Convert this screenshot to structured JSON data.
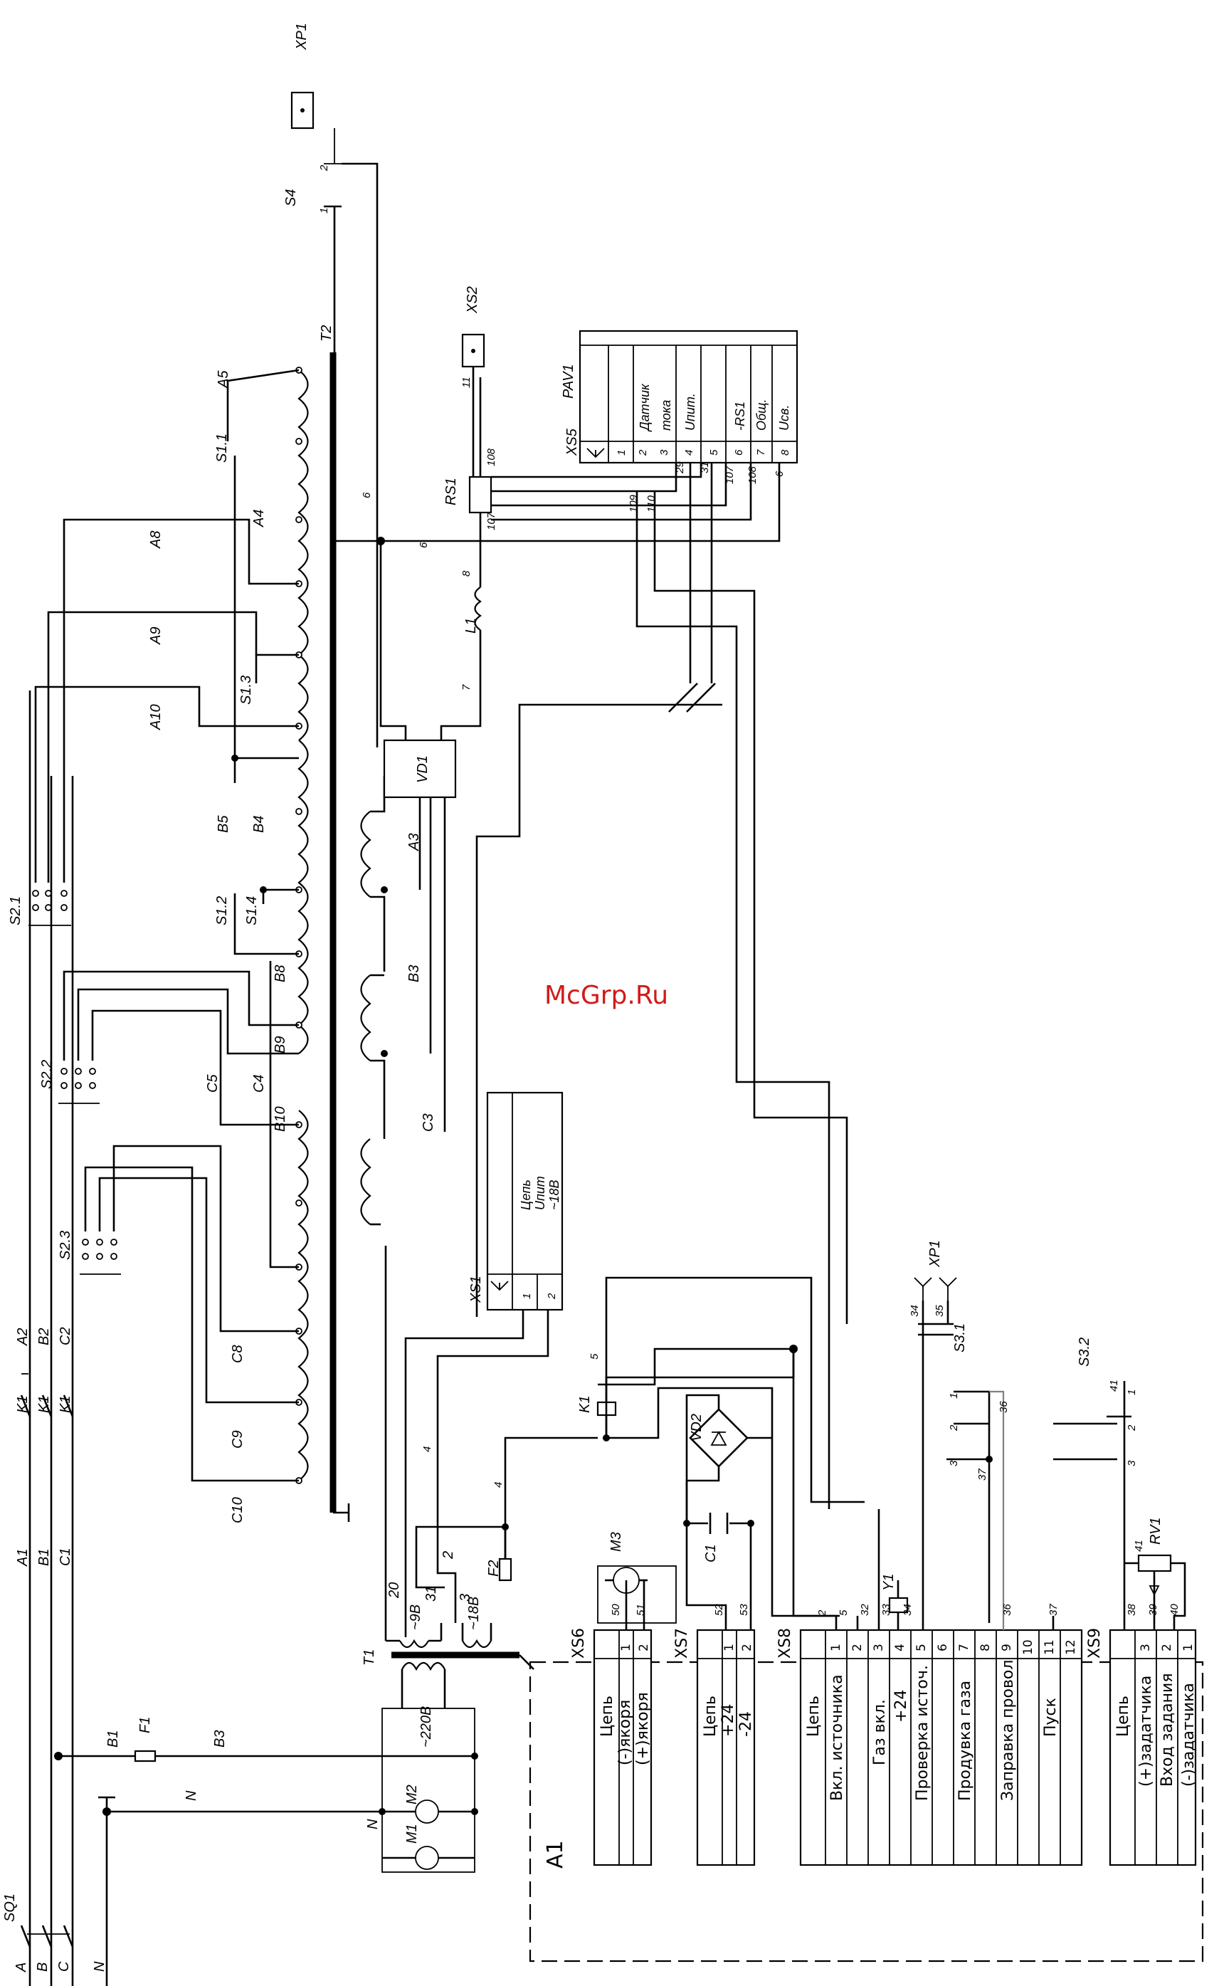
{
  "watermark": "McGrp.Ru",
  "phases": {
    "a": "A",
    "b": "B",
    "c": "C",
    "n": "N",
    "sq1": "SQ1"
  },
  "lines": {
    "a1": "A1",
    "b1": "B1",
    "c1": "C1",
    "a2": "A2",
    "b2": "B2",
    "c2": "C2",
    "k1": "K1",
    "b3": "B3",
    "n": "N"
  },
  "fuse": {
    "f1": "F1",
    "b1": "B1",
    "f2": "F2"
  },
  "motors": {
    "m1": "M1",
    "m2": "M2",
    "m3": "M3",
    "n": "N"
  },
  "t1": {
    "name": "T1",
    "v220": "~220B",
    "v9": "~9B",
    "v18": "~18B",
    "w20": "20",
    "w31": "31",
    "w3": "3",
    "w2": "2"
  },
  "t2": {
    "name": "T2",
    "primary_taps": [
      "A5",
      "A4",
      "A8",
      "A9",
      "A10",
      "B5",
      "B4",
      "B8",
      "B9",
      "B10",
      "C5",
      "C4",
      "C8",
      "C9",
      "C10"
    ],
    "sec": {
      "a3": "A3",
      "b3": "B3",
      "c3": "C3"
    }
  },
  "switches": {
    "s11": "S1.1",
    "s12": "S1.2",
    "s13": "S1.3",
    "s14": "S1.4",
    "s21": "S2.1",
    "s22": "S2.2",
    "s23": "S2.3",
    "s4": "S4",
    "s31": "S3.1",
    "s32": "S3.2"
  },
  "connectors": {
    "xp1_top": "XP1",
    "xs2": "XS2",
    "xp1_mid": "XP1"
  },
  "components": {
    "vd1": "VD1",
    "l1": "L1",
    "rs1": "RS1",
    "vd2": "VD2",
    "c1": "C1",
    "k1": "K1",
    "y1": "Y1",
    "rv1": "RV1"
  },
  "wires": {
    "w1": "1",
    "w2": "2",
    "w4": "4",
    "w5": "5",
    "w6": "6",
    "w7": "7",
    "w8": "8",
    "w11": "11",
    "w29": "29",
    "w31": "31",
    "w34": "34",
    "w35": "35",
    "w36": "36",
    "w37": "37",
    "w41": "41",
    "w107": "107",
    "w108": "108",
    "w109": "109",
    "w110": "110"
  },
  "pav1": {
    "title": "PAV1",
    "connector": "XS5",
    "rows": [
      {
        "pin": "1",
        "label": ""
      },
      {
        "pin": "2",
        "label": "Датчик"
      },
      {
        "pin": "3",
        "label": "тока"
      },
      {
        "pin": "4",
        "label": "Uпит."
      },
      {
        "pin": "5",
        "label": ""
      },
      {
        "pin": "6",
        "label": "-RS1"
      },
      {
        "pin": "7",
        "label": "Общ."
      },
      {
        "pin": "8",
        "label": "Uсв."
      }
    ],
    "wires": [
      "29",
      "31",
      "107",
      "108",
      "6"
    ]
  },
  "xs1": {
    "name": "XS1",
    "header": "Цепь",
    "l2": "Uпит",
    "l3": "~18B",
    "pins": [
      "1",
      "2"
    ]
  },
  "a1": {
    "name": "A1",
    "xs6": {
      "name": "XS6",
      "header": "Цепь",
      "rows": [
        "(-)якоря",
        "(+)якоря"
      ],
      "pins": [
        "1",
        "2"
      ],
      "wires": [
        "50",
        "51"
      ]
    },
    "xs7": {
      "name": "XS7",
      "header": "Цепь",
      "rows": [
        "+24",
        "-24"
      ],
      "pins": [
        "1",
        "2"
      ],
      "wires": [
        "52",
        "53"
      ]
    },
    "xs8": {
      "name": "XS8",
      "header": "Цепь",
      "rows": [
        "Вкл. источника",
        "",
        "Газ вкл.",
        "+24",
        "Проверка источ.",
        "",
        "Продувка газа",
        "",
        "Заправка провол",
        "",
        "Пуск",
        ""
      ],
      "pins": [
        "1",
        "2",
        "3",
        "4",
        "5",
        "6",
        "7",
        "8",
        "9",
        "10",
        "11",
        "12"
      ],
      "wires": [
        "2",
        "5",
        "32",
        "33",
        "34",
        "36",
        "37"
      ]
    },
    "xs9": {
      "name": "XS9",
      "header": "Цепь",
      "rows": [
        "(+)задатчика",
        "Вход задания",
        "(-)задатчика"
      ],
      "pins": [
        "3",
        "2",
        "1"
      ],
      "wires": [
        "38",
        "39",
        "40",
        "41"
      ]
    }
  },
  "s3": {
    "p1": "1",
    "p2": "2",
    "p3": "3"
  }
}
